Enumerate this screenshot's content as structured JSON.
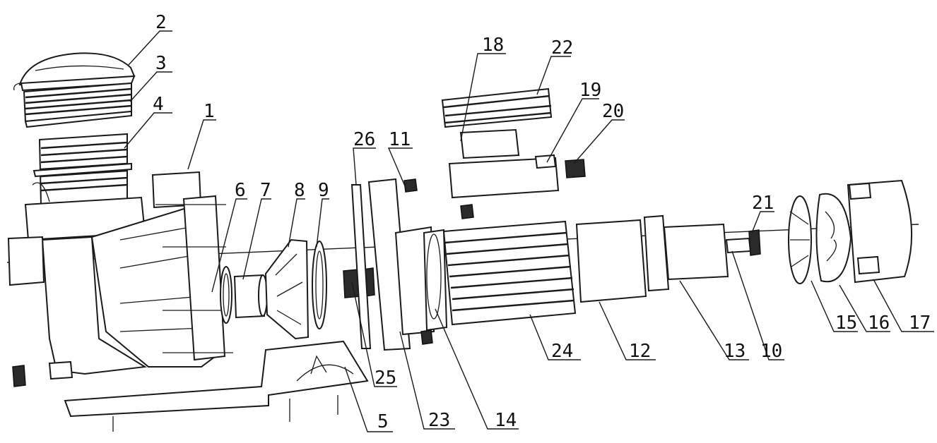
{
  "callouts": [
    {
      "id": "c1",
      "text": "1"
    },
    {
      "id": "c2",
      "text": "2"
    },
    {
      "id": "c3",
      "text": "3"
    },
    {
      "id": "c4",
      "text": "4"
    },
    {
      "id": "c5",
      "text": "5"
    },
    {
      "id": "c6",
      "text": "6"
    },
    {
      "id": "c7",
      "text": "7"
    },
    {
      "id": "c8",
      "text": "8"
    },
    {
      "id": "c9",
      "text": "9"
    },
    {
      "id": "c10",
      "text": "10"
    },
    {
      "id": "c11",
      "text": "11"
    },
    {
      "id": "c12",
      "text": "12"
    },
    {
      "id": "c13",
      "text": "13"
    },
    {
      "id": "c14",
      "text": "14"
    },
    {
      "id": "c15",
      "text": "15"
    },
    {
      "id": "c16",
      "text": "16"
    },
    {
      "id": "c17",
      "text": "17"
    },
    {
      "id": "c18",
      "text": "18"
    },
    {
      "id": "c19",
      "text": "19"
    },
    {
      "id": "c20",
      "text": "20"
    },
    {
      "id": "c21",
      "text": "21"
    },
    {
      "id": "c22",
      "text": "22"
    },
    {
      "id": "c23",
      "text": "23"
    },
    {
      "id": "c24",
      "text": "24"
    },
    {
      "id": "c25",
      "text": "25"
    },
    {
      "id": "c26",
      "text": "26"
    }
  ]
}
